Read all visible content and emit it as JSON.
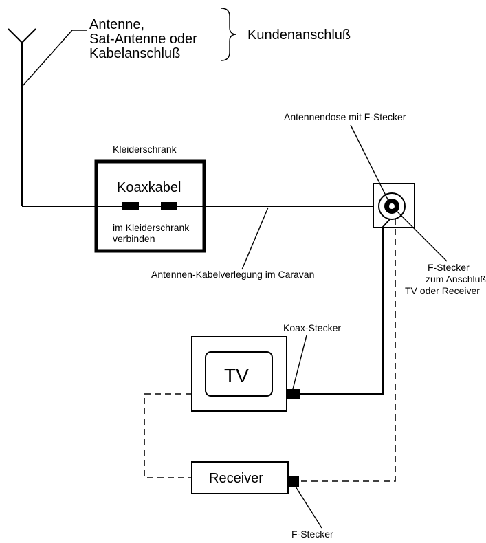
{
  "labels": {
    "antenna_line1": "Antenne,",
    "antenna_line2": "Sat-Antenne oder",
    "antenna_line3": "Kabelanschluß",
    "customer_connection": "Kundenanschluß",
    "wardrobe_title": "Kleiderschrank",
    "coax_cable": "Koaxkabel",
    "wardrobe_note_line1": "im Kleiderschrank",
    "wardrobe_note_line2": "verbinden",
    "cable_routing": "Antennen-Kabelverlegung im Caravan",
    "socket_label": "Antennendose mit F-Stecker",
    "fplug_line1": "F-Stecker",
    "fplug_line2": "zum Anschluß",
    "fplug_line3": "TV oder Receiver",
    "coax_plug": "Koax-Stecker",
    "tv": "TV",
    "receiver": "Receiver",
    "fplug_bottom": "F-Stecker"
  }
}
